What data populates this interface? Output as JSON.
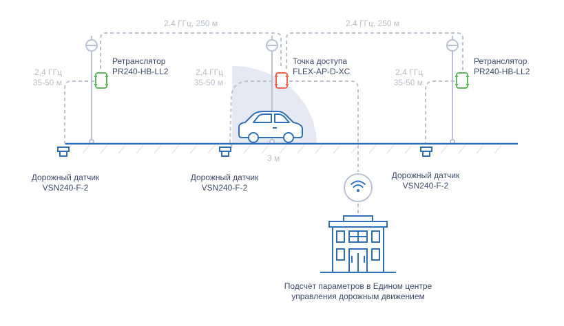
{
  "links": {
    "left_top": "2,4 ГГц, 250 м",
    "right_top": "2,4 ГГц, 250 м"
  },
  "sensor_links": [
    {
      "line1": "2,4 ГГц",
      "line2": "35-50 м"
    },
    {
      "line1": "2,4 ГГц",
      "line2": "35-50 м"
    },
    {
      "line1": "2,4 ГГц",
      "line2": "35-50 м"
    }
  ],
  "repeater_left": {
    "line1": "Ретранслятор",
    "line2": "PR240-HB-LL2"
  },
  "access_point": {
    "line1": "Точка доступа",
    "line2": "FLEX-AP-D-XC"
  },
  "repeater_right": {
    "line1": "Ретранслятор",
    "line2": "PR240-HB-LL2"
  },
  "sensors": [
    {
      "line1": "Дорожный датчик",
      "line2": "VSN240-F-2"
    },
    {
      "line1": "Дорожный датчик",
      "line2": "VSN240-F-2"
    },
    {
      "line1": "Дорожный датчик",
      "line2": "VSN240-F-2"
    }
  ],
  "detection_range": "3 м",
  "center": {
    "line1": "Подсчёт параметров в Едином центре",
    "line2": "управления дорожным движением"
  },
  "colors": {
    "road": "#2f6fb8",
    "dashed": "#b9c2d4",
    "repeater": "#5cb85c",
    "access_point": "#f0624a",
    "zone": "#e4e7f3",
    "text": "#3d4a6b",
    "freq": "#b7bdcc",
    "icon": "#2f6fb8"
  },
  "icons": [
    "lamp-icon",
    "repeater-icon",
    "access-point-icon",
    "road-sensor-icon",
    "car-icon",
    "wifi-icon",
    "building-icon"
  ]
}
